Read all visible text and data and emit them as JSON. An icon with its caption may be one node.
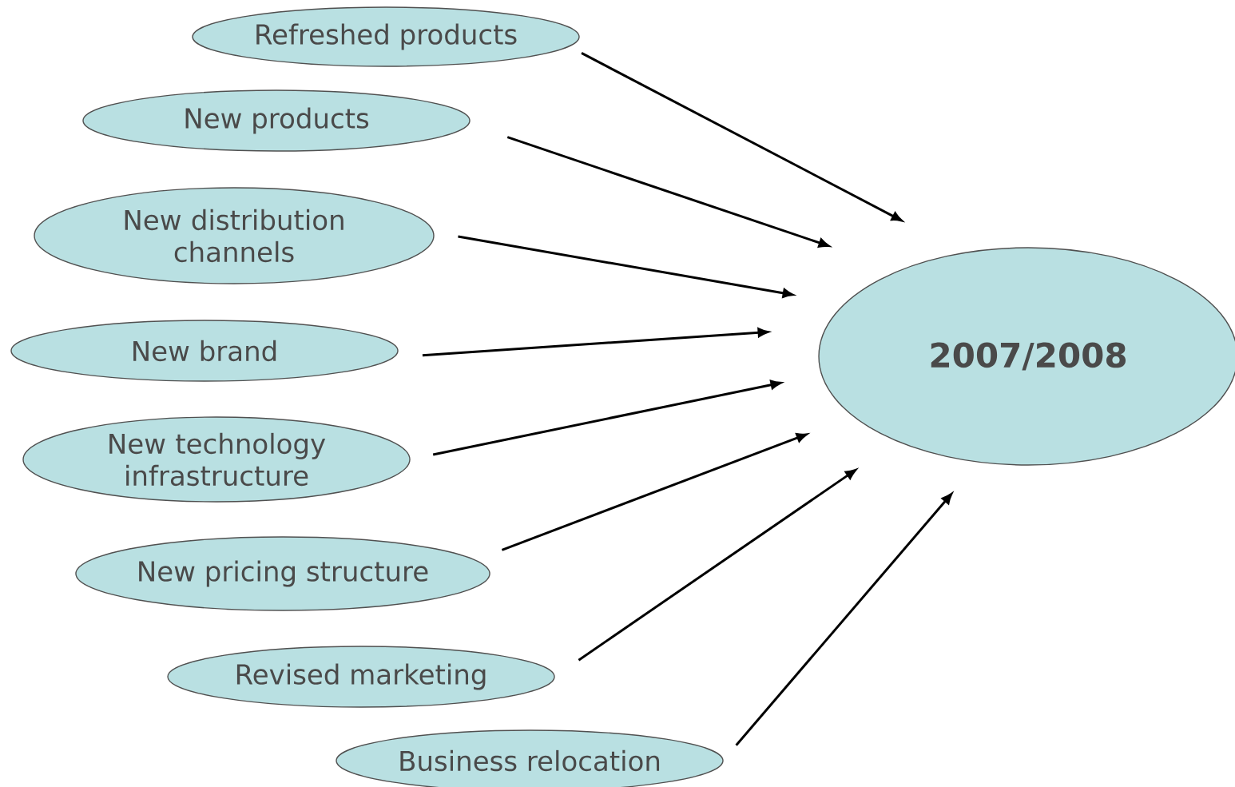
{
  "diagram": {
    "nodes": [
      {
        "text": [
          "Refreshed products"
        ]
      },
      {
        "text": [
          "New products"
        ]
      },
      {
        "text": [
          "New distribution channels"
        ]
      },
      {
        "text": [
          "New brand"
        ]
      },
      {
        "text": [
          "New technology infrastructure"
        ]
      },
      {
        "text": [
          "New pricing structure"
        ]
      },
      {
        "text": [
          "Revised marketing"
        ]
      },
      {
        "text": [
          "Business relocation"
        ]
      },
      {
        "text": [
          "2007/2008"
        ]
      }
    ],
    "edges": [
      {
        "from": 0,
        "to": 8,
        "arrow": "to"
      },
      {
        "from": 1,
        "to": 8,
        "arrow": "to"
      },
      {
        "from": 2,
        "to": 8,
        "arrow": "to"
      },
      {
        "from": 3,
        "to": 8,
        "arrow": "to"
      },
      {
        "from": 4,
        "to": 8,
        "arrow": "to"
      },
      {
        "from": 5,
        "to": 8,
        "arrow": "to"
      },
      {
        "from": 6,
        "to": 8,
        "arrow": "to"
      },
      {
        "from": 7,
        "to": 8,
        "arrow": "to"
      }
    ]
  }
}
